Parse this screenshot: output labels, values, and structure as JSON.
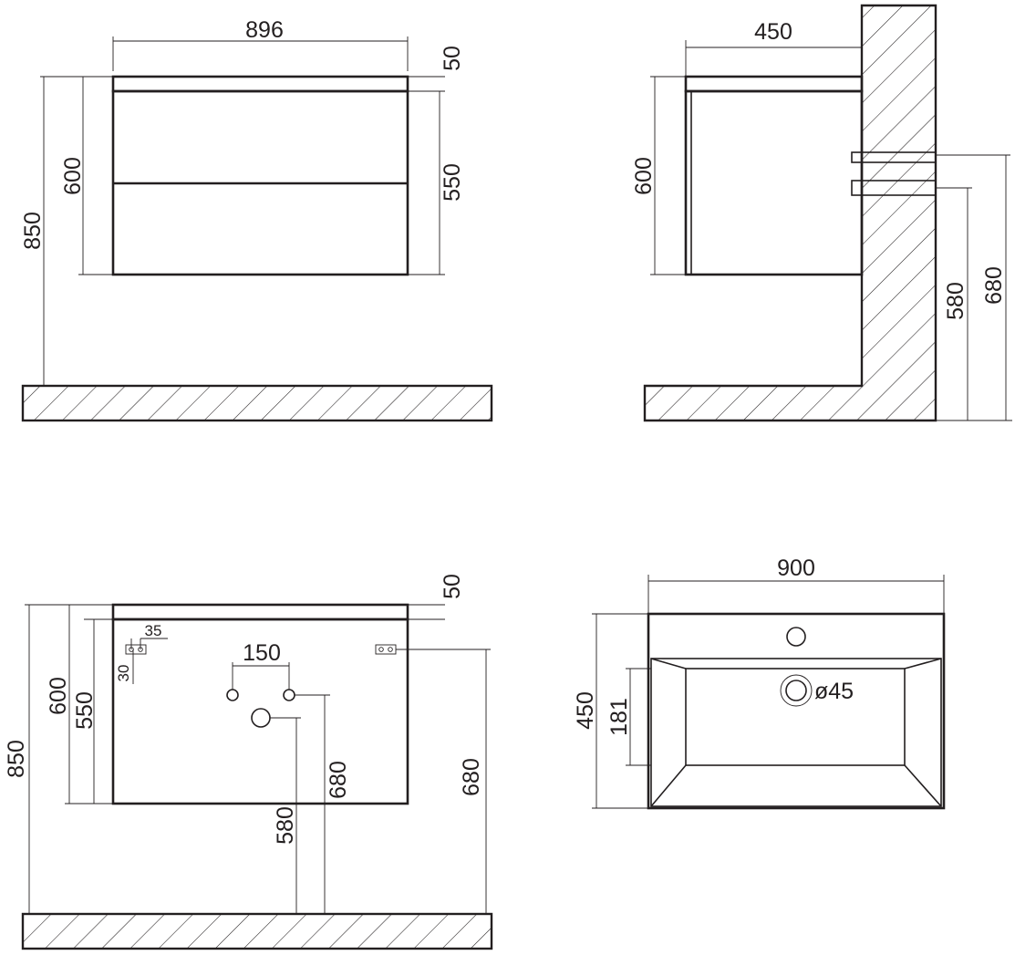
{
  "front_view": {
    "width": "896",
    "top_thickness": "50",
    "cabinet_height": "600",
    "drawer_height": "550",
    "mount_height": "850"
  },
  "side_view": {
    "depth": "450",
    "cabinet_height": "600",
    "lower_bracket_height": "580",
    "upper_bracket_height": "680"
  },
  "back_view": {
    "top_thickness": "50",
    "bracket_offset_x": "35",
    "bracket_offset_y": "30",
    "pipe_spacing": "150",
    "cabinet_height": "600",
    "drawer_height": "550",
    "mount_height": "850",
    "drain_height": "580",
    "pipe_height": "680",
    "bracket_height": "680"
  },
  "basin_view": {
    "width": "900",
    "depth": "450",
    "bowl_offset": "181",
    "drain_diameter": "ø45"
  }
}
